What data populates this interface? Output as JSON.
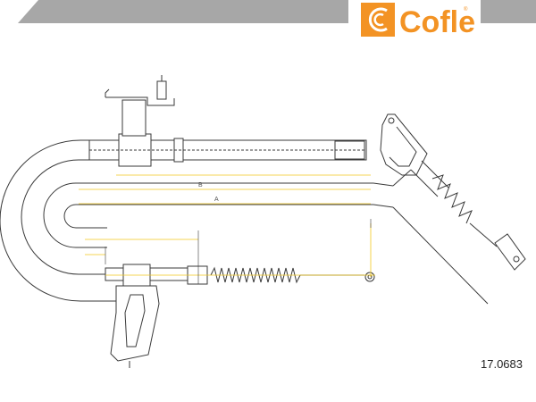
{
  "brand": {
    "name": "Cofle",
    "registered_mark": "®",
    "color": "#F39324"
  },
  "colors": {
    "header_band": "#A7A7A7",
    "drawing_line": "#3A3A3A",
    "dimension_line": "#F2C81E"
  },
  "drawing": {
    "dimension_labels": [
      "B",
      "A"
    ]
  },
  "part_number": "17.0683"
}
